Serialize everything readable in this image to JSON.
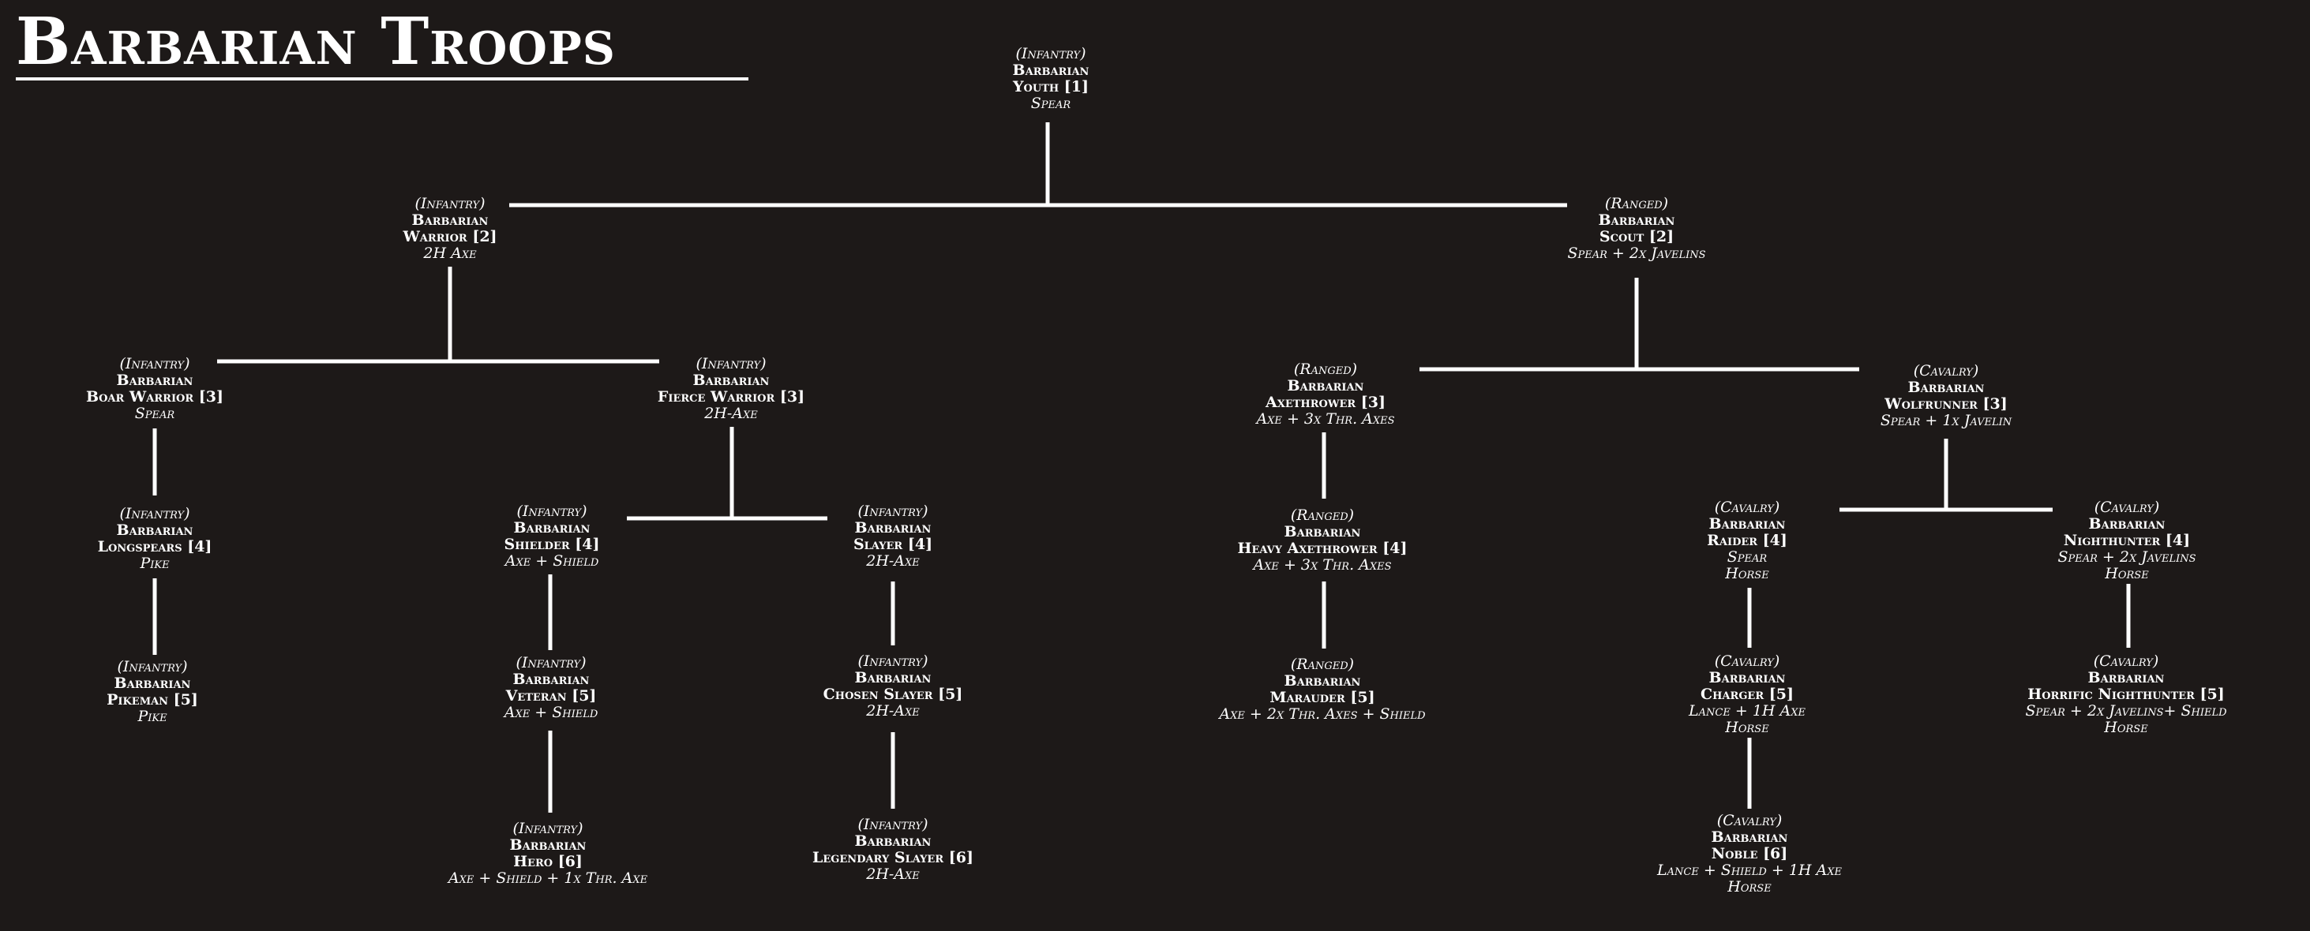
{
  "title": "Barbarian Troops",
  "tree": {
    "nodes": [
      {
        "id": "youth",
        "cls": "(Infantry)",
        "name1": "Barbarian",
        "name2": "Youth [1]",
        "equip": [
          "Spear"
        ]
      },
      {
        "id": "warrior",
        "cls": "(Infantry)",
        "name1": "Barbarian",
        "name2": "Warrior [2]",
        "equip": [
          "2H Axe"
        ]
      },
      {
        "id": "scout",
        "cls": "(Ranged)",
        "name1": "Barbarian",
        "name2": "Scout [2]",
        "equip": [
          "Spear + 2x Javelins"
        ]
      },
      {
        "id": "boar-warrior",
        "cls": "(Infantry)",
        "name1": "Barbarian",
        "name2": "Boar Warrior [3]",
        "equip": [
          "Spear"
        ]
      },
      {
        "id": "fierce-warrior",
        "cls": "(Infantry)",
        "name1": "Barbarian",
        "name2": "Fierce Warrior [3]",
        "equip": [
          "2H-Axe"
        ]
      },
      {
        "id": "axethrower",
        "cls": "(Ranged)",
        "name1": "Barbarian",
        "name2": "Axethrower [3]",
        "equip": [
          "Axe + 3x Thr. Axes"
        ]
      },
      {
        "id": "wolfrunner",
        "cls": "(Cavalry)",
        "name1": "Barbarian",
        "name2": "Wolfrunner [3]",
        "equip": [
          "Spear + 1x Javelin"
        ]
      },
      {
        "id": "longspears",
        "cls": "(Infantry)",
        "name1": "Barbarian",
        "name2": "Longspears [4]",
        "equip": [
          "Pike"
        ]
      },
      {
        "id": "shielder",
        "cls": "(Infantry)",
        "name1": "Barbarian",
        "name2": "Shielder [4]",
        "equip": [
          "Axe + Shield"
        ]
      },
      {
        "id": "slayer",
        "cls": "(Infantry)",
        "name1": "Barbarian",
        "name2": "Slayer [4]",
        "equip": [
          "2H-Axe"
        ]
      },
      {
        "id": "heavy-axethrower",
        "cls": "(Ranged)",
        "name1": "Barbarian",
        "name2": "Heavy Axethrower [4]",
        "equip": [
          "Axe + 3x Thr. Axes"
        ]
      },
      {
        "id": "raider",
        "cls": "(Cavalry)",
        "name1": "Barbarian",
        "name2": "Raider [4]",
        "equip": [
          "Spear",
          "Horse"
        ]
      },
      {
        "id": "nighthunter",
        "cls": "(Cavalry)",
        "name1": "Barbarian",
        "name2": "Nighthunter [4]",
        "equip": [
          "Spear + 2x Javelins",
          "Horse"
        ]
      },
      {
        "id": "pikeman",
        "cls": "(Infantry)",
        "name1": "Barbarian",
        "name2": "Pikeman [5]",
        "equip": [
          "Pike"
        ]
      },
      {
        "id": "veteran",
        "cls": "(Infantry)",
        "name1": "Barbarian",
        "name2": "Veteran [5]",
        "equip": [
          "Axe + Shield"
        ]
      },
      {
        "id": "chosen-slayer",
        "cls": "(Infantry)",
        "name1": "Barbarian",
        "name2": "Chosen Slayer [5]",
        "equip": [
          "2H-Axe"
        ]
      },
      {
        "id": "marauder",
        "cls": "(Ranged)",
        "name1": "Barbarian",
        "name2": "Marauder [5]",
        "equip": [
          "Axe + 2x Thr. Axes + Shield"
        ]
      },
      {
        "id": "charger",
        "cls": "(Cavalry)",
        "name1": "Barbarian",
        "name2": "Charger [5]",
        "equip": [
          "Lance + 1H Axe",
          "Horse"
        ]
      },
      {
        "id": "horrific-nighthunter",
        "cls": "(Cavalry)",
        "name1": "Barbarian",
        "name2": "Horrific Nighthunter [5]",
        "equip": [
          "Spear + 2x Javelins+ Shield",
          "Horse"
        ]
      },
      {
        "id": "hero",
        "cls": "(Infantry)",
        "name1": "Barbarian",
        "name2": "Hero [6]",
        "equip": [
          "Axe + Shield + 1x Thr. Axe"
        ]
      },
      {
        "id": "legendary-slayer",
        "cls": "(Infantry)",
        "name1": "Barbarian",
        "name2": "Legendary Slayer [6]",
        "equip": [
          "2H-Axe"
        ]
      },
      {
        "id": "noble",
        "cls": "(Cavalry)",
        "name1": "Barbarian",
        "name2": "Noble [6]",
        "equip": [
          "Lance + Shield + 1H Axe",
          "Horse"
        ]
      }
    ],
    "edges": [
      [
        "youth",
        "warrior"
      ],
      [
        "youth",
        "scout"
      ],
      [
        "warrior",
        "boar-warrior"
      ],
      [
        "warrior",
        "fierce-warrior"
      ],
      [
        "scout",
        "axethrower"
      ],
      [
        "scout",
        "wolfrunner"
      ],
      [
        "boar-warrior",
        "longspears"
      ],
      [
        "longspears",
        "pikeman"
      ],
      [
        "fierce-warrior",
        "shielder"
      ],
      [
        "fierce-warrior",
        "slayer"
      ],
      [
        "shielder",
        "veteran"
      ],
      [
        "veteran",
        "hero"
      ],
      [
        "slayer",
        "chosen-slayer"
      ],
      [
        "chosen-slayer",
        "legendary-slayer"
      ],
      [
        "axethrower",
        "heavy-axethrower"
      ],
      [
        "heavy-axethrower",
        "marauder"
      ],
      [
        "wolfrunner",
        "raider"
      ],
      [
        "wolfrunner",
        "nighthunter"
      ],
      [
        "raider",
        "charger"
      ],
      [
        "charger",
        "noble"
      ],
      [
        "nighthunter",
        "horrific-nighthunter"
      ]
    ]
  }
}
